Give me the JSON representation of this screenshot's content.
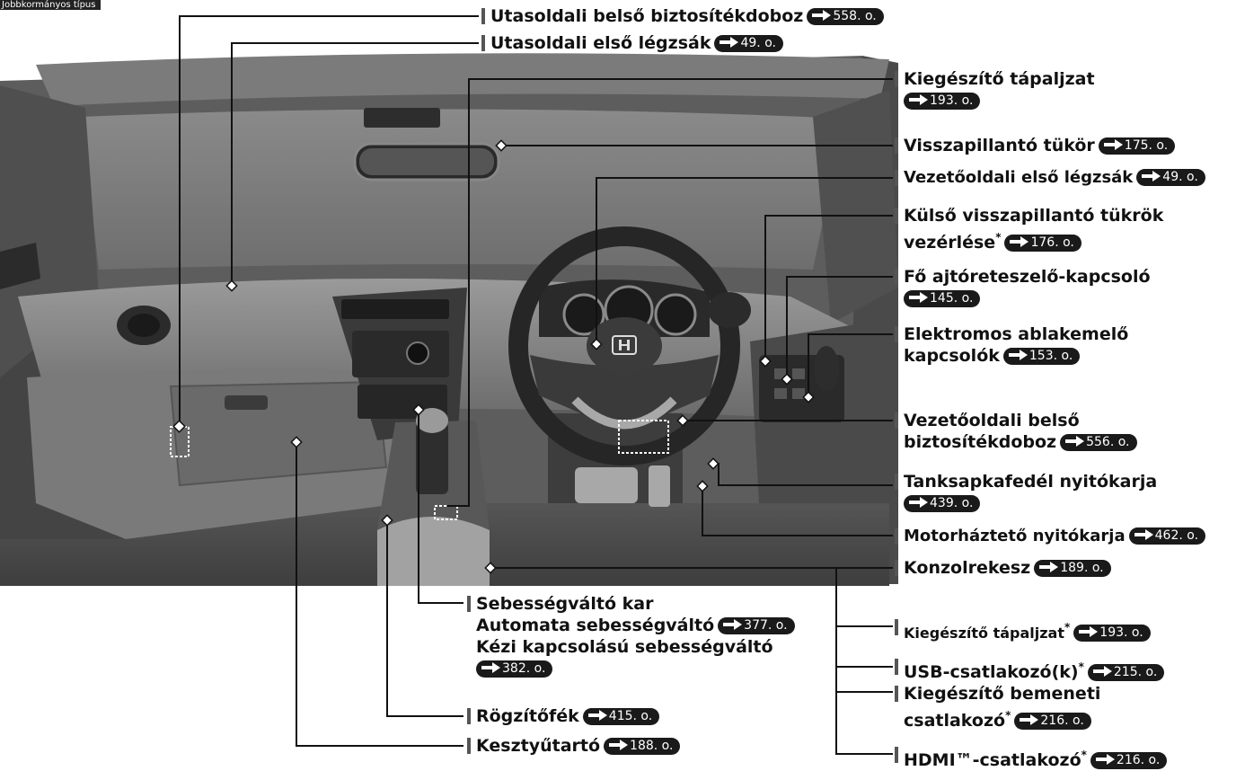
{
  "type_tag": "Jobbkormányos típus",
  "labels": {
    "l1": {
      "text": "Utasoldali belső biztosítékdoboz",
      "ref": "558. o."
    },
    "l2": {
      "text": "Utasoldali első légzsák",
      "ref": "49. o."
    },
    "l3": {
      "text": "Kiegészítő tápaljzat",
      "ref": "193. o."
    },
    "l4": {
      "text": "Visszapillantó tükör",
      "ref": "175. o."
    },
    "l5": {
      "text": "Vezetőoldali első légzsák",
      "ref": "49. o."
    },
    "l6": {
      "line1": "Külső visszapillantó tükrök",
      "line2": "vezérlése",
      "ref": "176. o."
    },
    "l7": {
      "text": "Fő ajtóreteszelő-kapcsoló",
      "ref": "145. o."
    },
    "l8": {
      "line1": "Elektromos ablakemelő",
      "line2": "kapcsolók",
      "ref": "153. o."
    },
    "l9": {
      "line1": "Vezetőoldali belső",
      "line2": "biztosítékdoboz",
      "ref": "556. o."
    },
    "l10": {
      "text": "Tanksapkafedél nyitókarja",
      "ref": "439. o."
    },
    "l11": {
      "text": "Motorháztető nyitókarja",
      "ref": "462. o."
    },
    "l12": {
      "text": "Konzolrekesz",
      "ref": "189. o."
    },
    "l13": {
      "text": "Kiegészítő tápaljzat",
      "ref": "193. o."
    },
    "l14": {
      "text": "USB-csatlakozó(k)",
      "ref": "215. o."
    },
    "l15": {
      "line1": "Kiegészítő bemeneti",
      "line2": "csatlakozó",
      "ref": "216. o."
    },
    "l16": {
      "text": "HDMI™-csatlakozó",
      "ref": "216. o."
    },
    "l17": {
      "line1": "Sebességváltó kar",
      "line2": "Automata sebességváltó",
      "ref2": "377. o.",
      "line3": "Kézi kapcsolású sebességváltó",
      "ref3": "382. o."
    },
    "l18": {
      "text": "Rögzítőfék",
      "ref": "415. o."
    },
    "l19": {
      "text": "Kesztyűtartó",
      "ref": "188. o."
    }
  },
  "asterisk": "*",
  "diagram": {
    "emblem": "honda-logo"
  }
}
